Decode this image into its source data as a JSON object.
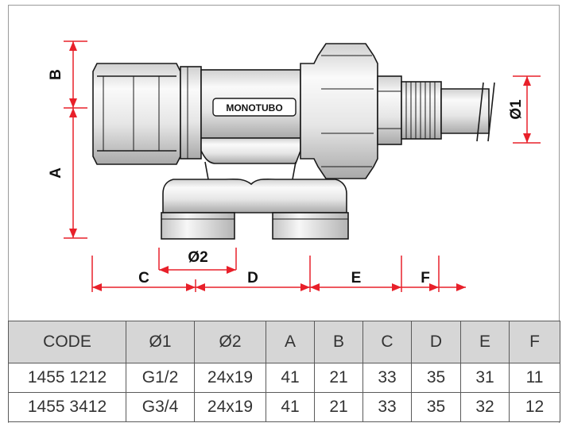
{
  "diagram": {
    "product_mark": "MONOTUBO",
    "dimension_labels": {
      "a": "A",
      "b": "B",
      "c": "C",
      "d": "D",
      "e": "E",
      "f": "F",
      "dia1": "Ø1",
      "dia2": "Ø2"
    },
    "colors": {
      "dimension_lines": "#e8202a",
      "outline": "#1a1a1a",
      "metal_light": "#f0f0f0",
      "metal_shade": "#bdbdbd",
      "table_header_bg": "#d6d6d6"
    }
  },
  "table": {
    "headers": [
      "CODE",
      "Ø1",
      "Ø2",
      "A",
      "B",
      "C",
      "D",
      "E",
      "F"
    ],
    "rows": [
      [
        "1455 1212",
        "G1/2",
        "24x19",
        "41",
        "21",
        "33",
        "35",
        "31",
        "11"
      ],
      [
        "1455 3412",
        "G3/4",
        "24x19",
        "41",
        "21",
        "33",
        "35",
        "32",
        "12"
      ]
    ]
  }
}
